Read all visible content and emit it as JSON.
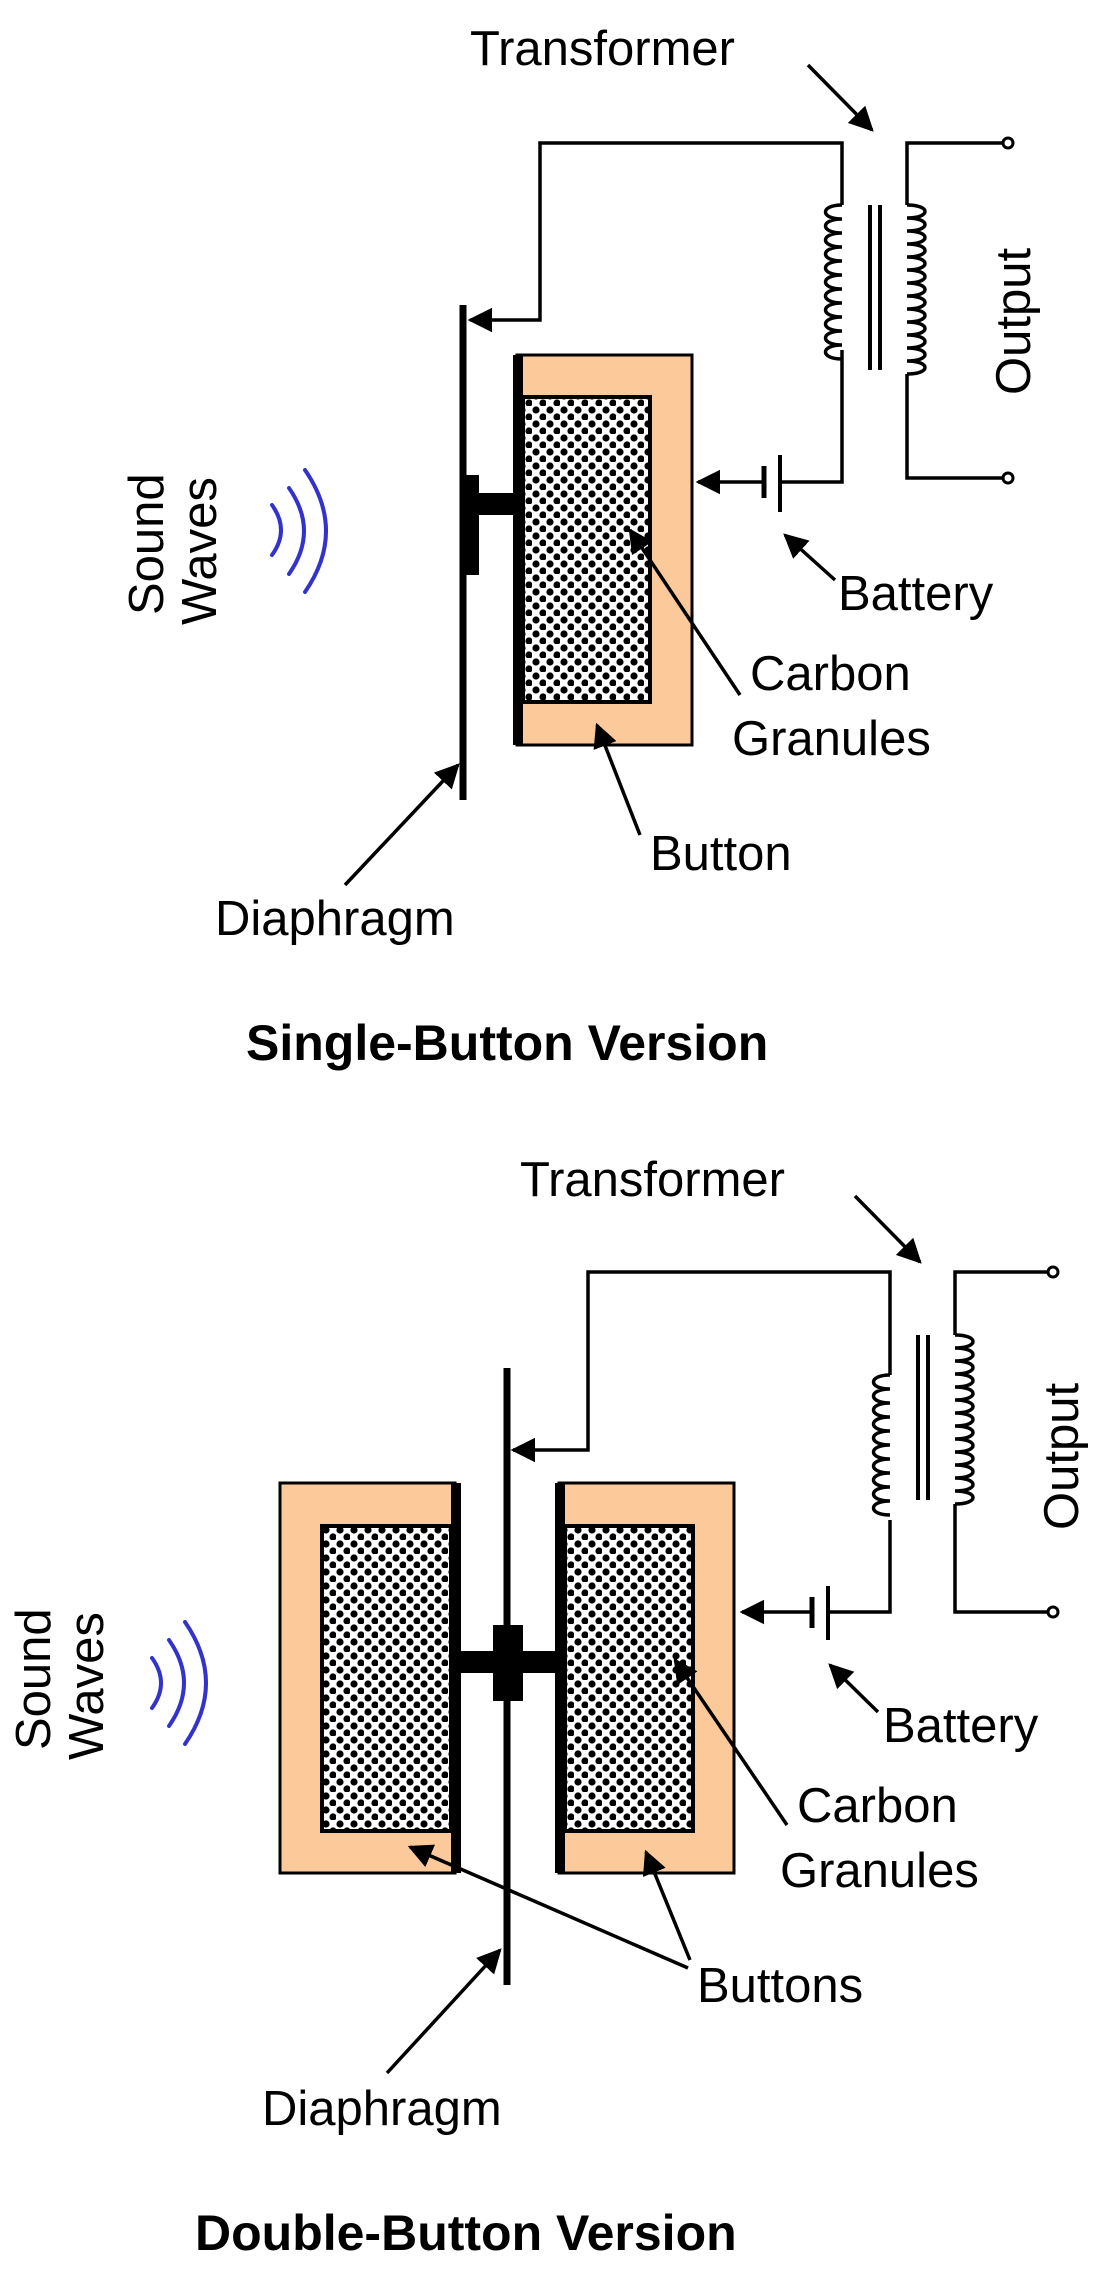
{
  "colors": {
    "button_fill": "#FBC99A",
    "granule_dot": "#000000",
    "granule_bg": "#ffffff",
    "sound_wave": "#3333CC",
    "ink": "#000000"
  },
  "diagrams": [
    {
      "title": "Single-Button Version",
      "labels": {
        "transformer": "Transformer",
        "output": "Output",
        "sound_waves_line1": "Sound",
        "sound_waves_line2": "Waves",
        "battery": "Battery",
        "carbon_granules_line1": "Carbon",
        "carbon_granules_line2": "Granules",
        "button": "Button",
        "diaphragm": "Diaphragm"
      }
    },
    {
      "title": "Double-Button Version",
      "labels": {
        "transformer": "Transformer",
        "output": "Output",
        "sound_waves_line1": "Sound",
        "sound_waves_line2": "Waves",
        "battery": "Battery",
        "carbon_granules_line1": "Carbon",
        "carbon_granules_line2": "Granules",
        "button": "Buttons",
        "diaphragm": "Diaphragm"
      }
    }
  ]
}
